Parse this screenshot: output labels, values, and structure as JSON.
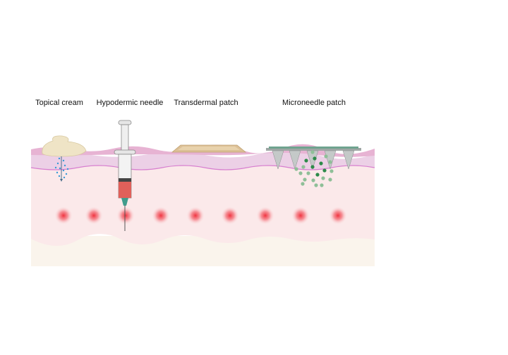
{
  "labels": {
    "topical_cream": "Topical cream",
    "hypodermic_needle": "Hypodermic needle",
    "transdermal_patch": "Transdermal patch",
    "microneedle_patch": "Microneedle patch"
  },
  "colors": {
    "stratum": "#e7b3d3",
    "epidermis": "#ecd0e6",
    "dermis": "#fbe9ea",
    "hypodermis": "#faf4ec",
    "target": "#f0333f",
    "drug_blue": "#3a9ad6",
    "drug_green": "#2e8a4a",
    "syringe_fluid": "#e0605a",
    "patch": "#dcc096",
    "microneedle_base": "#6fa38f"
  }
}
